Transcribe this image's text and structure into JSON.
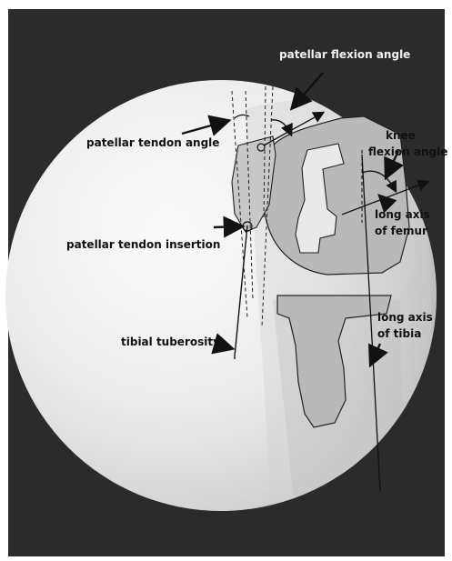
{
  "figure": {
    "labels": {
      "patellar_flexion_angle": "patellar flexion angle",
      "patellar_tendon_angle": "patellar tendon angle",
      "knee": "knee",
      "flexion_angle": "flexion angle",
      "long_axis_of": "long axis",
      "of_femur": "of femur",
      "patellar_tendon_insertion": "patellar tendon insertion",
      "tibial_tuberosity": "tibial tuberosity",
      "long_axis_tibia_line1": "long axis",
      "of_tibia": "of tibia"
    },
    "colors": {
      "frame": "#2b2b2b",
      "field_light": "#f4f4f4",
      "field_mid": "#d9d9d9",
      "bone_fill": "#b9b9b9",
      "outline": "#222222"
    }
  }
}
